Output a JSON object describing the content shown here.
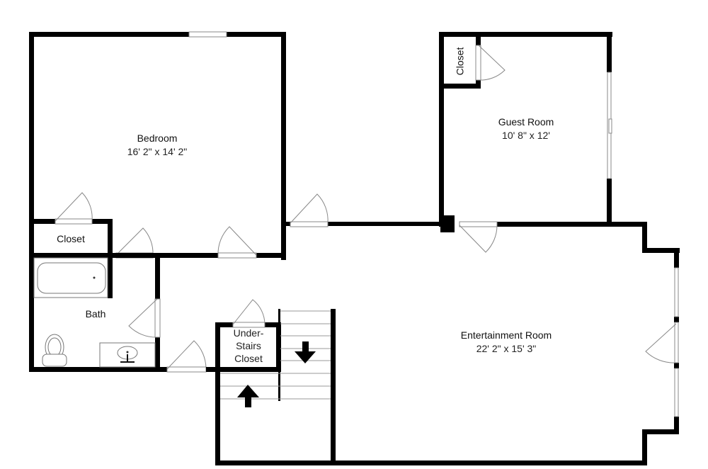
{
  "plan": {
    "rooms": [
      {
        "id": "bedroom",
        "name": "Bedroom",
        "dimensions": "16' 2\" x 14' 2\""
      },
      {
        "id": "guest-room",
        "name": "Guest Room",
        "dimensions": "10' 8\" x 12'"
      },
      {
        "id": "entertainment-room",
        "name": "Entertainment Room",
        "dimensions": "22' 2\" x 15' 3\""
      },
      {
        "id": "bath",
        "name": "Bath"
      },
      {
        "id": "bedroom-closet",
        "name": "Closet"
      },
      {
        "id": "guest-closet",
        "name": "Closet"
      },
      {
        "id": "under-stairs-closet",
        "name_lines": [
          "Under-",
          "Stairs",
          "Closet"
        ]
      }
    ],
    "symbols": {
      "stair_down_arrow": "arrow-down",
      "stair_up_arrow": "arrow-up"
    },
    "colors": {
      "wall": "#000000",
      "background": "#ffffff",
      "fixture_line": "#888888"
    }
  }
}
